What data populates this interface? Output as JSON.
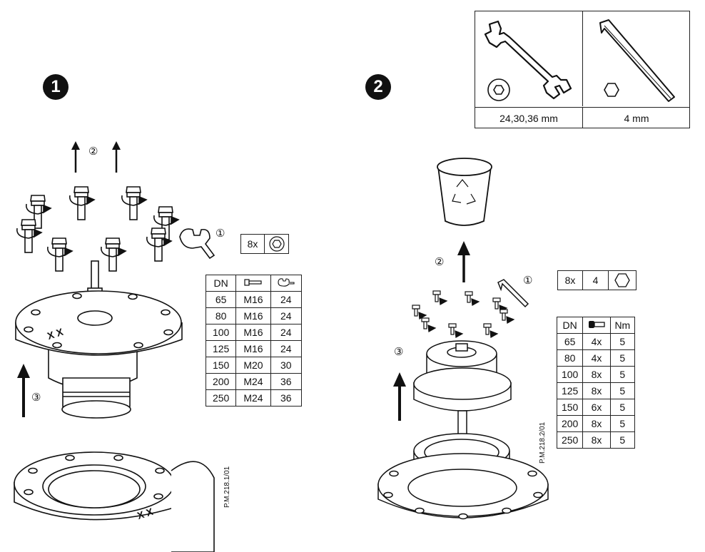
{
  "steps": {
    "step1_badge": "1",
    "step2_badge": "2"
  },
  "tools": {
    "wrench_sizes": "24,30,36 mm",
    "hex_key_size": "4 mm"
  },
  "step1": {
    "callouts": [
      "①",
      "②",
      "③"
    ],
    "bolt_qty": {
      "count": "8x"
    },
    "flange_marks": {
      "left": "X X",
      "bottom": "X X"
    },
    "reference": "P.M.218.1/01",
    "table": {
      "header": [
        "DN",
        "bolt-icon",
        "wrench-icon"
      ],
      "rows": [
        [
          "65",
          "M16",
          "24"
        ],
        [
          "80",
          "M16",
          "24"
        ],
        [
          "100",
          "M16",
          "24"
        ],
        [
          "125",
          "M16",
          "24"
        ],
        [
          "150",
          "M20",
          "30"
        ],
        [
          "200",
          "M24",
          "36"
        ],
        [
          "250",
          "M24",
          "36"
        ]
      ]
    }
  },
  "step2": {
    "callouts": [
      "①",
      "②",
      "③"
    ],
    "screw_qty": {
      "count": "8x",
      "size": "4"
    },
    "reference": "P.M.218.2/01",
    "table": {
      "header": [
        "DN",
        "screw-icon",
        "Nm"
      ],
      "rows": [
        [
          "65",
          "4x",
          "5"
        ],
        [
          "80",
          "4x",
          "5"
        ],
        [
          "100",
          "8x",
          "5"
        ],
        [
          "125",
          "8x",
          "5"
        ],
        [
          "150",
          "6x",
          "5"
        ],
        [
          "200",
          "8x",
          "5"
        ],
        [
          "250",
          "8x",
          "5"
        ]
      ]
    }
  }
}
